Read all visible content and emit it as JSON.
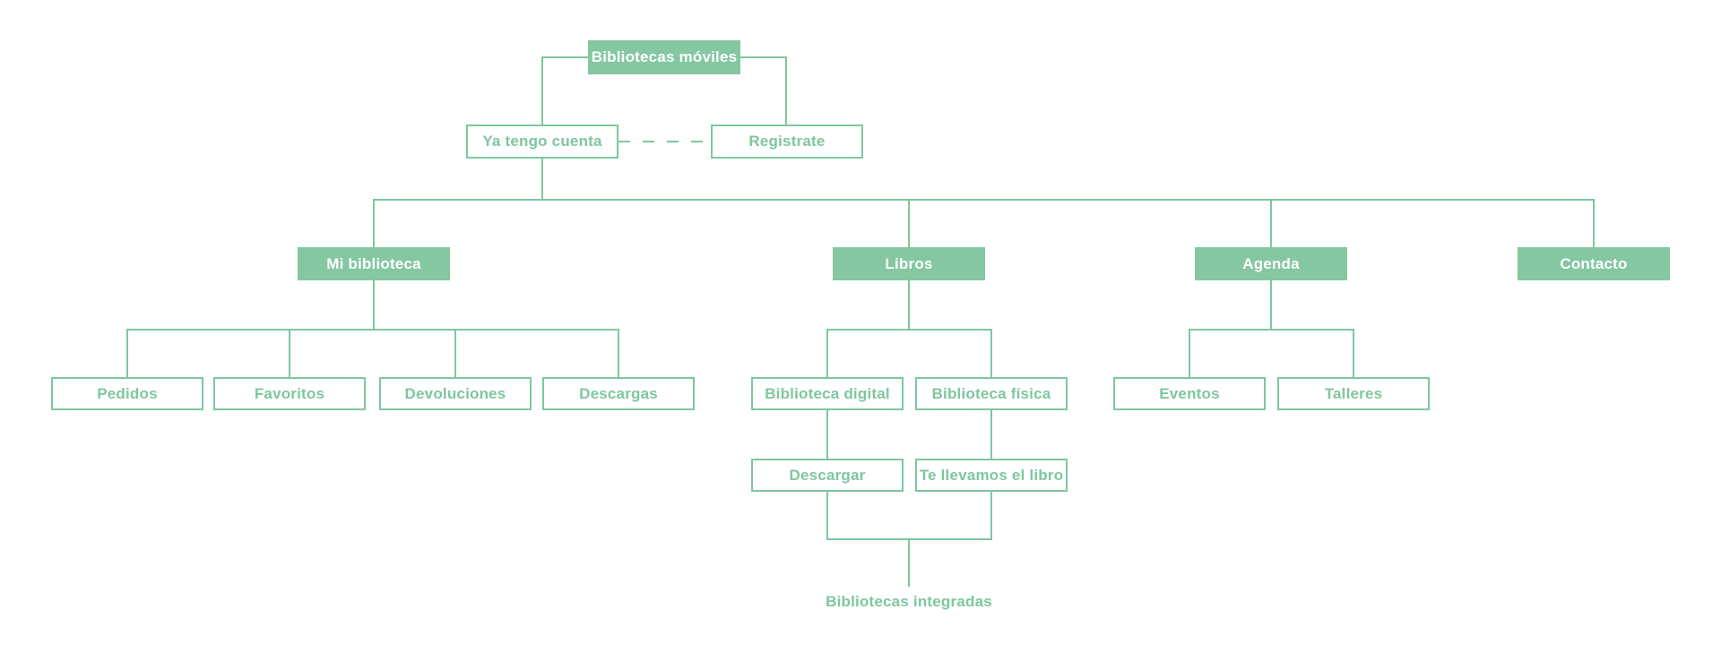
{
  "diagram_title": "Bibliotecas móviles",
  "colors": {
    "fill_green": "#84c7a1",
    "line_green": "#7ec79e",
    "text_on_fill": "#ffffff",
    "background": "#ffffff"
  },
  "nodes": {
    "root": {
      "label": "Bibliotecas móviles",
      "style": "filled"
    },
    "ya_tengo_cuenta": {
      "label": "Ya tengo cuenta",
      "style": "outline"
    },
    "registrate": {
      "label": "Registrate",
      "style": "outline"
    },
    "mi_biblioteca": {
      "label": "Mi biblioteca",
      "style": "filled"
    },
    "libros": {
      "label": "Libros",
      "style": "filled"
    },
    "agenda": {
      "label": "Agenda",
      "style": "filled"
    },
    "contacto": {
      "label": "Contacto",
      "style": "filled"
    },
    "pedidos": {
      "label": "Pedidos",
      "style": "outline"
    },
    "favoritos": {
      "label": "Favoritos",
      "style": "outline"
    },
    "devoluciones": {
      "label": "Devoluciones",
      "style": "outline"
    },
    "descargas": {
      "label": "Descargas",
      "style": "outline"
    },
    "biblioteca_digital": {
      "label": "Biblioteca digital",
      "style": "outline"
    },
    "biblioteca_fisica": {
      "label": "Biblioteca física",
      "style": "outline"
    },
    "eventos": {
      "label": "Eventos",
      "style": "outline"
    },
    "talleres": {
      "label": "Talleres",
      "style": "outline"
    },
    "descargar": {
      "label": "Descargar",
      "style": "outline"
    },
    "te_llevamos_el_libro": {
      "label": "Te llevamos el libro",
      "style": "outline"
    },
    "bibliotecas_integradas": {
      "label": "Bibliotecas integradas",
      "style": "text-only"
    }
  },
  "edges": {
    "root_to_ya_tengo_cuenta": "solid",
    "root_to_registrate": "solid",
    "ya_tengo_cuenta_to_registrate": "dashed",
    "ya_tengo_cuenta_to_sections": "solid",
    "mi_biblioteca_children": "solid",
    "libros_children": "solid",
    "agenda_children": "solid",
    "libros_to_bibliotecas_integradas": "solid"
  }
}
